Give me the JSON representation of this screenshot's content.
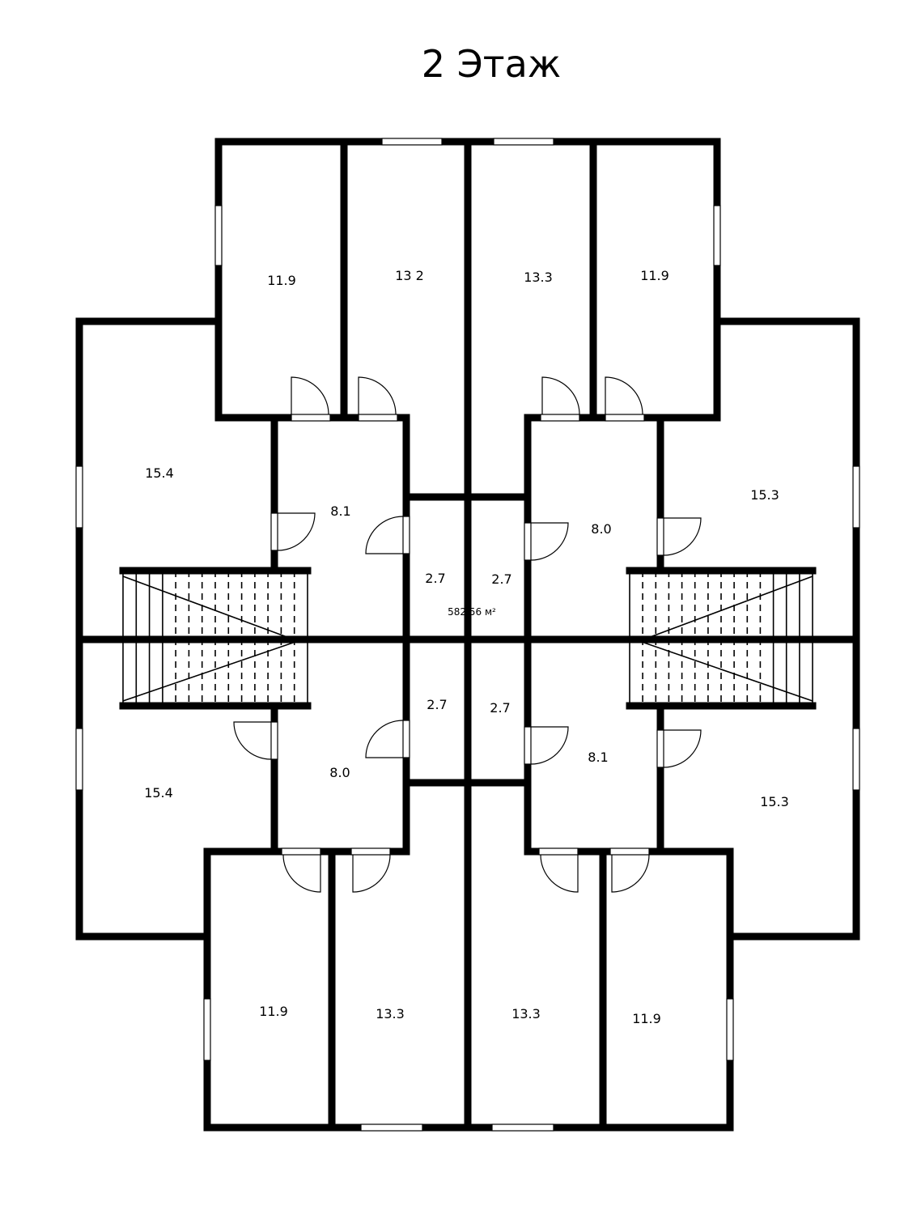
{
  "title": "2 Этаж",
  "total_area": "582.56 м²",
  "rooms": [
    {
      "id": "top-1",
      "area": "11.9"
    },
    {
      "id": "top-2",
      "area": "13 2"
    },
    {
      "id": "top-3",
      "area": "13.3"
    },
    {
      "id": "top-4",
      "area": "11.9"
    },
    {
      "id": "upper-left-big",
      "area": "15.4"
    },
    {
      "id": "upper-left-hall",
      "area": "8.1"
    },
    {
      "id": "upper-left-small",
      "area": "2.7"
    },
    {
      "id": "upper-right-small",
      "area": "2.7"
    },
    {
      "id": "upper-right-hall",
      "area": "8.0"
    },
    {
      "id": "upper-right-big",
      "area": "15.3"
    },
    {
      "id": "lower-left-small",
      "area": "2.7"
    },
    {
      "id": "lower-right-small",
      "area": "2.7"
    },
    {
      "id": "lower-left-hall",
      "area": "8.0"
    },
    {
      "id": "lower-right-hall",
      "area": "8.1"
    },
    {
      "id": "lower-left-big",
      "area": "15.4"
    },
    {
      "id": "lower-right-big",
      "area": "15.3"
    },
    {
      "id": "bottom-1",
      "area": "11.9"
    },
    {
      "id": "bottom-2",
      "area": "13.3"
    },
    {
      "id": "bottom-3",
      "area": "13.3"
    },
    {
      "id": "bottom-4",
      "area": "11.9"
    }
  ]
}
